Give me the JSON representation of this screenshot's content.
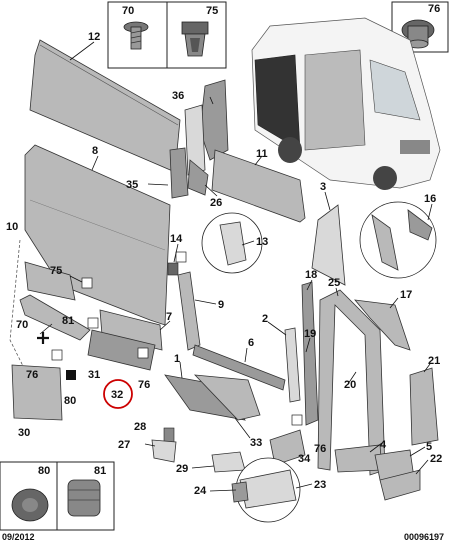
{
  "callouts": [
    {
      "id": "c70",
      "text": "70"
    },
    {
      "id": "c75a",
      "text": "75"
    },
    {
      "id": "c76a",
      "text": "76"
    },
    {
      "id": "c12",
      "text": "12"
    },
    {
      "id": "c36",
      "text": "36"
    },
    {
      "id": "c11",
      "text": "11"
    },
    {
      "id": "c8",
      "text": "8"
    },
    {
      "id": "c35",
      "text": "35"
    },
    {
      "id": "c26",
      "text": "26"
    },
    {
      "id": "c13",
      "text": "13"
    },
    {
      "id": "c3",
      "text": "3"
    },
    {
      "id": "c16",
      "text": "16"
    },
    {
      "id": "c10",
      "text": "10"
    },
    {
      "id": "c14",
      "text": "14"
    },
    {
      "id": "c75b",
      "text": "75"
    },
    {
      "id": "c9",
      "text": "9"
    },
    {
      "id": "c18",
      "text": "18"
    },
    {
      "id": "c25",
      "text": "25"
    },
    {
      "id": "c17",
      "text": "17"
    },
    {
      "id": "c70b",
      "text": "70"
    },
    {
      "id": "c81",
      "text": "81"
    },
    {
      "id": "c7",
      "text": "7"
    },
    {
      "id": "c2",
      "text": "2"
    },
    {
      "id": "c19",
      "text": "19"
    },
    {
      "id": "c6",
      "text": "6"
    },
    {
      "id": "c31",
      "text": "31"
    },
    {
      "id": "c1",
      "text": "1"
    },
    {
      "id": "c20",
      "text": "20"
    },
    {
      "id": "c21",
      "text": "21"
    },
    {
      "id": "c76b",
      "text": "76"
    },
    {
      "id": "c76c",
      "text": "76"
    },
    {
      "id": "c80",
      "text": "80"
    },
    {
      "id": "c32",
      "text": "32"
    },
    {
      "id": "c30",
      "text": "30"
    },
    {
      "id": "c28",
      "text": "28"
    },
    {
      "id": "c33",
      "text": "33"
    },
    {
      "id": "c76d",
      "text": "76"
    },
    {
      "id": "c4",
      "text": "4"
    },
    {
      "id": "c5",
      "text": "5"
    },
    {
      "id": "c27",
      "text": "27"
    },
    {
      "id": "c34",
      "text": "34"
    },
    {
      "id": "c22",
      "text": "22"
    },
    {
      "id": "c29",
      "text": "29"
    },
    {
      "id": "c24",
      "text": "24"
    },
    {
      "id": "c23",
      "text": "23"
    },
    {
      "id": "c80b",
      "text": "80"
    },
    {
      "id": "c81b",
      "text": "81"
    }
  ],
  "footer": {
    "date": "09/2012",
    "reference": "00096197"
  },
  "highlight_color": "#cc0000"
}
